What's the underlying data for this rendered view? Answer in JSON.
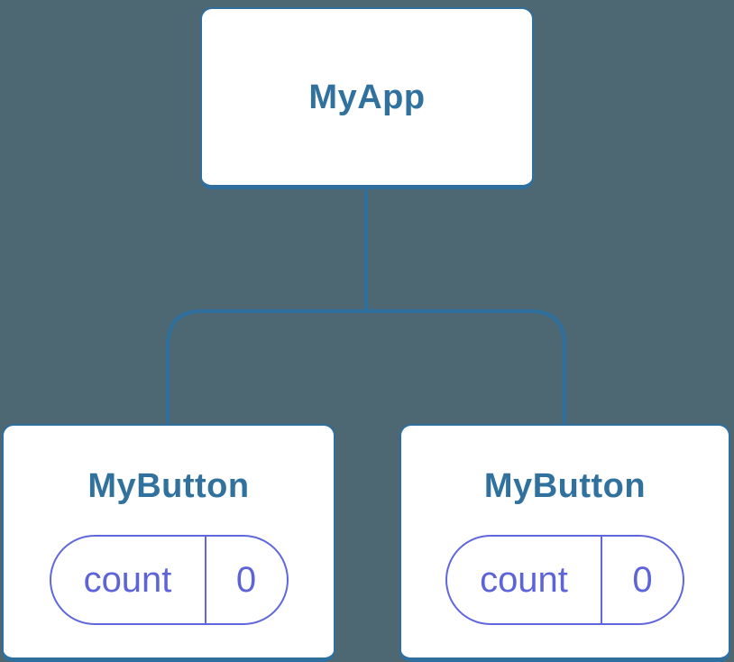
{
  "diagram": {
    "type": "component-tree",
    "colors": {
      "background": "#4d6872",
      "card_fill": "#ffffff",
      "card_border": "#2e6f9e",
      "connector": "#2e6f9e",
      "title_text": "#30719d",
      "state_border": "#6067dd",
      "state_text": "#5d64d8"
    },
    "root": {
      "title": "MyApp"
    },
    "children": [
      {
        "title": "MyButton",
        "state": {
          "key": "count",
          "value": "0"
        }
      },
      {
        "title": "MyButton",
        "state": {
          "key": "count",
          "value": "0"
        }
      }
    ]
  }
}
